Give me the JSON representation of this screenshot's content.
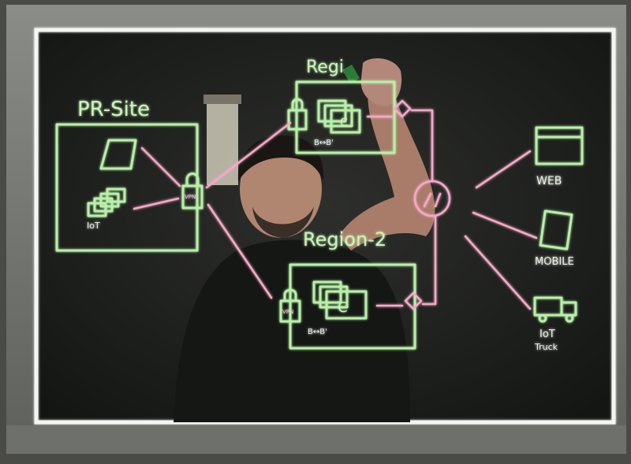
{
  "scene": {
    "description_labels": {
      "pr_site": "PR-Site",
      "region_1": "Regi",
      "region_2": "Region-2",
      "web": "WEB",
      "mobile": "MOBILE",
      "iot_truck_line1": "IoT",
      "iot_truck_line2": "Truck",
      "iot_small": "IoT",
      "vpn": "VPN",
      "c_label": "C",
      "b_b_1": "B↔B'",
      "b_b_2": "B↔B'"
    },
    "colors": {
      "board_glow": "#ffffff",
      "green_ink": "#b8f0a8",
      "pink_ink": "#f5a8c8",
      "background": "#262826",
      "frame": "#7a7c78"
    }
  }
}
